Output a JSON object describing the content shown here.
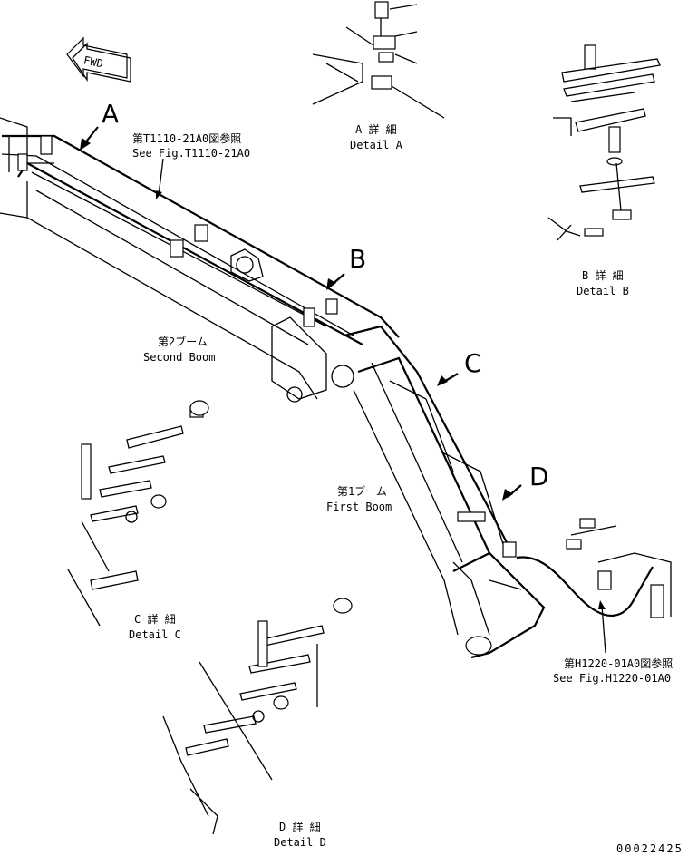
{
  "fwd_label": "FWD",
  "view_markers": [
    "A",
    "B",
    "C",
    "D"
  ],
  "references": [
    {
      "jp": "第T1110-21A0図参照",
      "en": "See Fig.T1110-21A0"
    },
    {
      "jp": "第H1220-01A0図参照",
      "en": "See Fig.H1220-01A0"
    }
  ],
  "components": [
    {
      "jp": "第2ブーム",
      "en": "Second Boom"
    },
    {
      "jp": "第1ブーム",
      "en": "First Boom"
    }
  ],
  "details": [
    {
      "jp": "A 詳 細",
      "en": "Detail A"
    },
    {
      "jp": "B 詳 細",
      "en": "Detail B"
    },
    {
      "jp": "C 詳 細",
      "en": "Detail C"
    },
    {
      "jp": "D 詳 細",
      "en": "Detail D"
    }
  ],
  "drawing_number": "00022425"
}
